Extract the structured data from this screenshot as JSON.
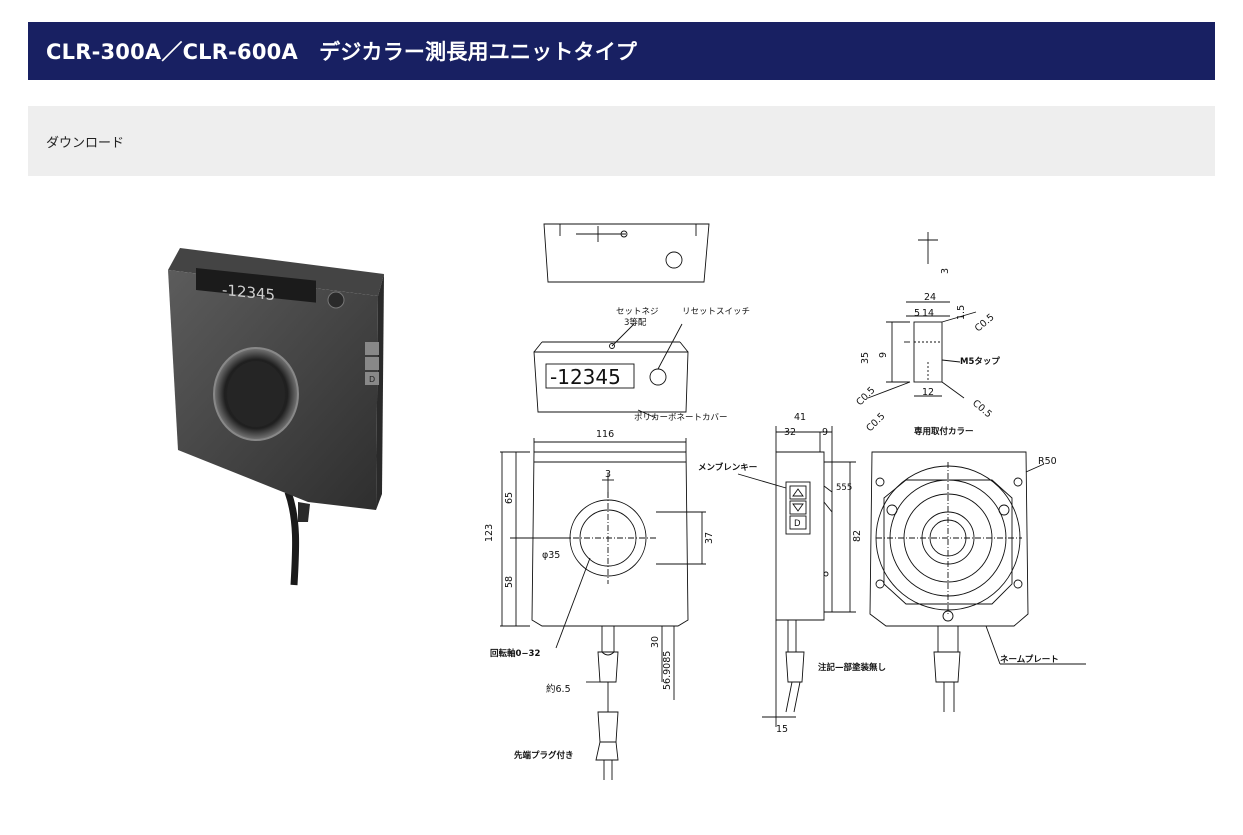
{
  "header": {
    "title": "CLR-300A／CLR-600A　デジカラー測長用ユニットタイプ"
  },
  "download": {
    "label": "ダウンロード"
  },
  "photo": {
    "display_text": "-12345",
    "key_d": "D"
  },
  "drawing": {
    "labels": {
      "set_screw": "セットネジ",
      "set_screw_count": "3等配",
      "reset_switch": "リセットスイッチ",
      "display_text": "-12345",
      "polycarbonate_cover": "ポリカーボネートカバー",
      "membrane_key": "メンブレンキー",
      "key_d": "D",
      "collar_title": "専用取付カラー",
      "m5_tap": "M5タップ",
      "rotation_axis": "回転軸0−32",
      "plug": "先端プラグ付き",
      "note": "注記—部塗装無し",
      "nameplate": "ネームプレート",
      "radius": "R50",
      "cable_dia": "約6.5",
      "bore": "φ35"
    },
    "dims": {
      "d116": "116",
      "d123": "123",
      "d65": "65",
      "d58": "58",
      "d3": "3",
      "d37": "37",
      "d30": "30",
      "d56": "56.9085",
      "d41": "41",
      "d32": "32",
      "d9": "9",
      "d82": "82",
      "d15": "15",
      "d3_top": "3",
      "d24": "24",
      "d5": "5",
      "d14": "14",
      "d1_5": "1.5",
      "d35": "35",
      "d9_side": "9",
      "d12": "12",
      "c05": "C0.5",
      "d_555": "555"
    }
  }
}
